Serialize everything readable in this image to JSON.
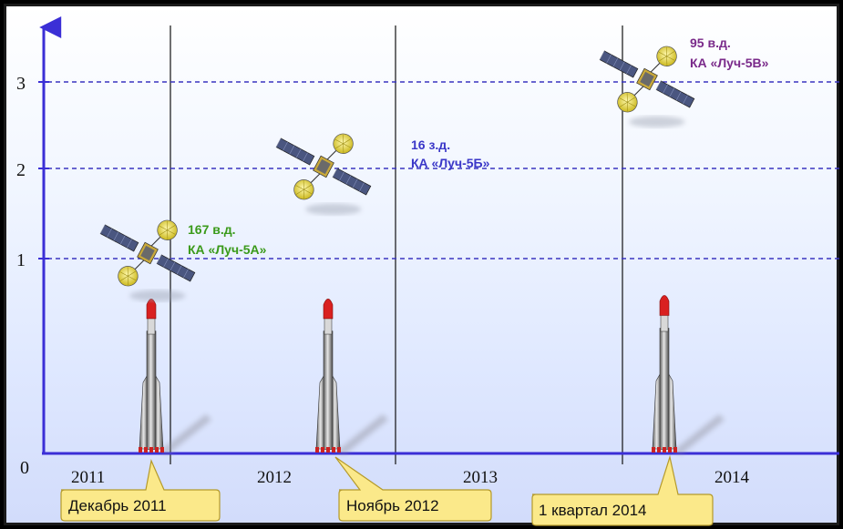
{
  "chart_data": {
    "type": "timeline",
    "y_ticks": [
      "0",
      "1",
      "2",
      "3"
    ],
    "years": [
      "2011",
      "2012",
      "2013",
      "2014"
    ],
    "satellites": [
      {
        "orbit_label": "167 в.д.",
        "name": "КА «Луч-5А»",
        "level": 1,
        "color": "#3a9a1a"
      },
      {
        "orbit_label": "16 з.д.",
        "name": "КА «Луч-5Б»",
        "level": 2,
        "color": "#3a37c8"
      },
      {
        "orbit_label": "95 в.д.",
        "name": "КА «Луч-5В»",
        "level": 3,
        "color": "#7a2a8a"
      }
    ],
    "launches": [
      {
        "label": "Декабрь 2011"
      },
      {
        "label": "Ноябрь 2012"
      },
      {
        "label": "1 квартал 2014"
      }
    ]
  },
  "colors": {
    "axis": "#3b2fd6",
    "dashed": "#3b35c0",
    "callout_fill": "#fbe98a",
    "callout_stroke": "#b59a2a"
  }
}
